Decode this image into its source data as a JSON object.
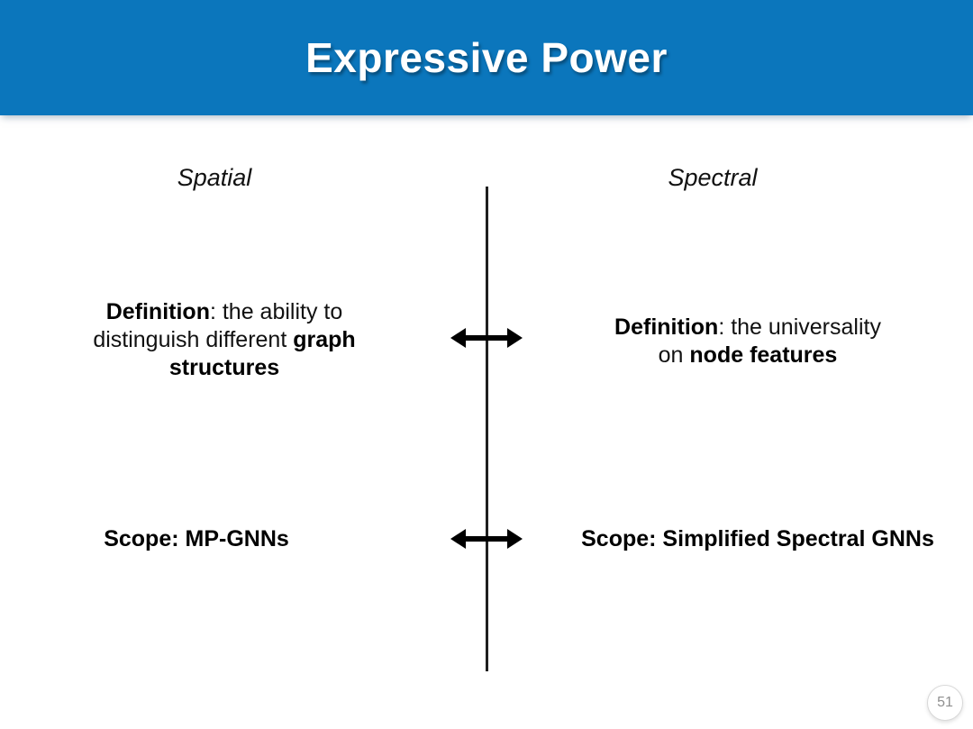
{
  "slide": {
    "title": "Expressive Power",
    "page_number": "51",
    "colors": {
      "banner_blue": "#0b76bc",
      "title_white": "#ffffff",
      "text_black": "#0a0a0a",
      "page_number_gray": "#8f8f8f"
    },
    "divider": {
      "orientation": "vertical"
    },
    "left_column": {
      "header": "Spatial",
      "definition_lines": [
        {
          "segments": [
            {
              "text": "Definition",
              "bold": true
            },
            {
              "text": ": the ability to",
              "bold": false
            }
          ]
        },
        {
          "segments": [
            {
              "text": "distinguish different ",
              "bold": false
            },
            {
              "text": "graph",
              "bold": true
            }
          ]
        },
        {
          "segments": [
            {
              "text": "structures",
              "bold": true
            }
          ]
        }
      ],
      "scope": "Scope: MP-GNNs"
    },
    "right_column": {
      "header": "Spectral",
      "definition_lines": [
        {
          "segments": [
            {
              "text": "Definition",
              "bold": true
            },
            {
              "text": ": the universality",
              "bold": false
            }
          ]
        },
        {
          "segments": [
            {
              "text": "on ",
              "bold": false
            },
            {
              "text": "node features",
              "bold": true
            }
          ]
        }
      ],
      "scope": "Scope: Simplified Spectral GNNs"
    },
    "icons": {
      "arrow_between_definitions": "double-arrow-icon",
      "arrow_between_scopes": "double-arrow-icon"
    }
  }
}
